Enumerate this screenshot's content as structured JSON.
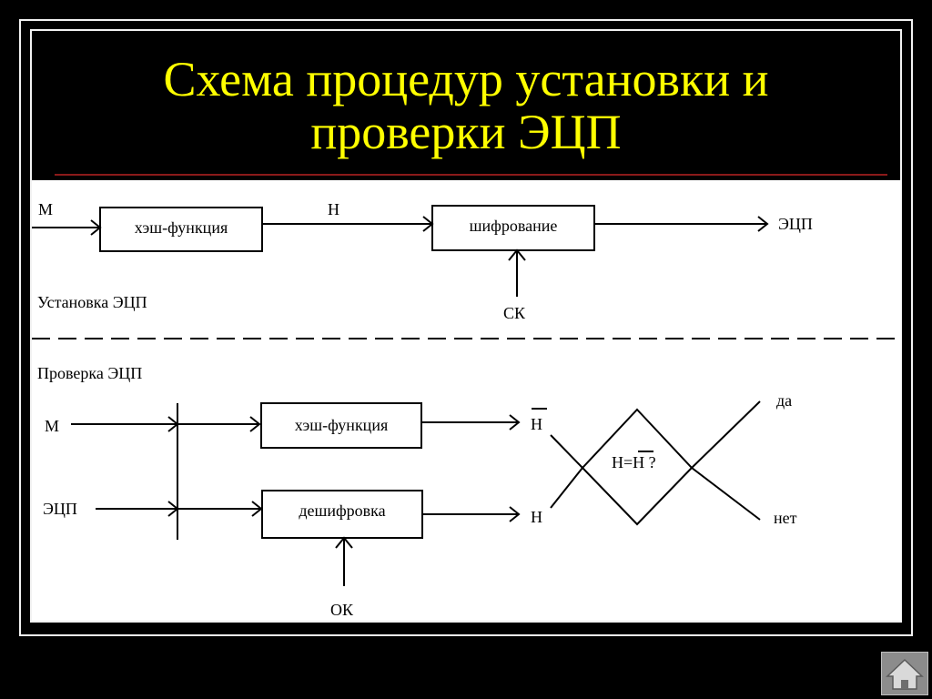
{
  "slide": {
    "title_line1": "Схема процедур установки и",
    "title_line2": "проверки ЭЦП"
  },
  "setup": {
    "input_label": "М",
    "hash_box": "хэш-функция",
    "hash_output": "Н",
    "encrypt_box": "шифрование",
    "key_label": "СК",
    "output_label": "ЭЦП",
    "section_label": "Установка ЭЦП"
  },
  "verify": {
    "section_label": "Проверка ЭЦП",
    "input_message": "М",
    "input_signature": "ЭЦП",
    "hash_box": "хэш-функция",
    "decrypt_box": "дешифровка",
    "key_label": "ОК",
    "hash_output": "Н",
    "decrypt_output": "Н",
    "compare_left": "Н=",
    "compare_right": "Н",
    "compare_suffix": " ?",
    "yes_label": "да",
    "no_label": "нет"
  },
  "colors": {
    "background": "#000000",
    "title": "#ffff00",
    "title_rule": "#8b1a1a",
    "diagram_bg": "#ffffff",
    "frame": "#f2f2f2"
  },
  "icons": {
    "home": "home-icon"
  }
}
